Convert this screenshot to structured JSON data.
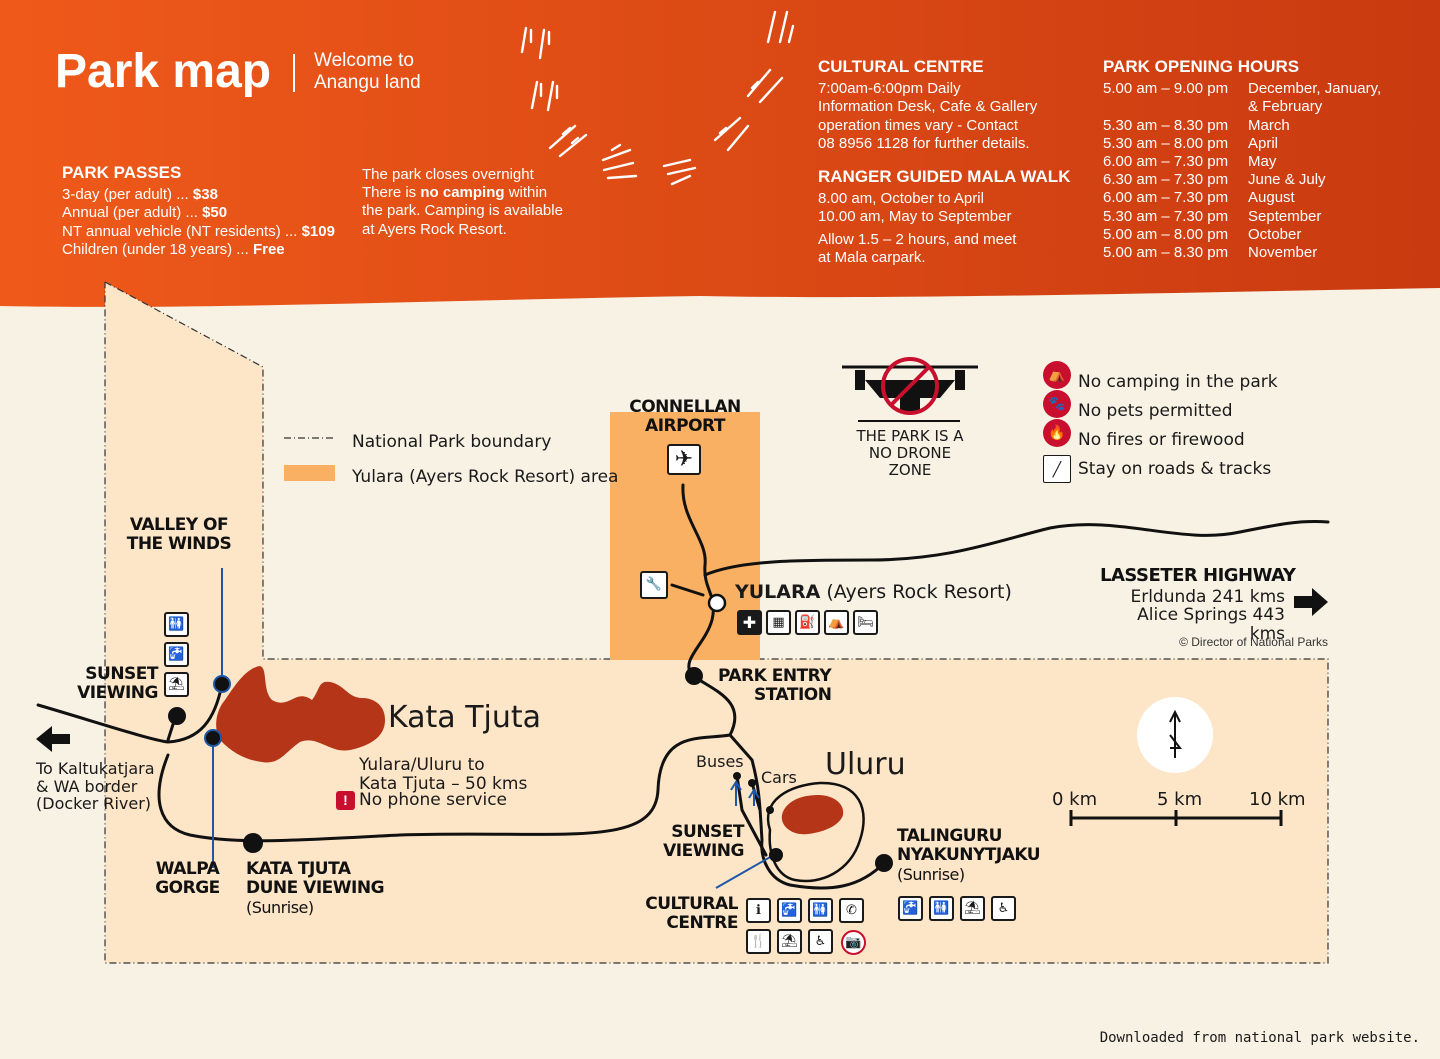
{
  "header": {
    "title": "Park map",
    "subtitle_line1": "Welcome to",
    "subtitle_line2": "Anangu land"
  },
  "park_passes": {
    "heading": "PARK PASSES",
    "items": [
      {
        "label": "3-day (per adult) ...",
        "price": "$38"
      },
      {
        "label": "Annual (per adult) ...",
        "price": "$50"
      },
      {
        "label": "NT annual vehicle (NT residents) ...",
        "price": "$109"
      },
      {
        "label": "Children (under 18 years) ...",
        "price": "Free"
      }
    ]
  },
  "overnight": {
    "line1": "The park closes overnight",
    "line2_pre": "There is ",
    "line2_bold": "no camping",
    "line2_post": " within",
    "line3": "the park. Camping is available",
    "line4": "at Ayers Rock Resort."
  },
  "cultural_centre": {
    "heading": "CULTURAL CENTRE",
    "lines": [
      "7:00am-6:00pm Daily",
      "Information Desk, Cafe & Gallery",
      "operation times vary - Contact",
      "08 8956 1128 for further details."
    ]
  },
  "mala_walk": {
    "heading": "RANGER GUIDED MALA WALK",
    "lines": [
      "8.00 am, October to April",
      "10.00 am, May to September"
    ],
    "note_lines": [
      "Allow 1.5 – 2 hours, and meet",
      "at Mala carpark."
    ]
  },
  "opening_hours": {
    "heading": "PARK OPENING HOURS",
    "rows": [
      {
        "time": "5.00 am – 9.00 pm",
        "months": "December, January,"
      },
      {
        "time": "",
        "months": " & February"
      },
      {
        "time": "5.30 am – 8.30 pm",
        "months": "March"
      },
      {
        "time": "5.30 am – 8.00 pm",
        "months": "April"
      },
      {
        "time": "6.00 am – 7.30 pm",
        "months": "May"
      },
      {
        "time": "6.30 am – 7.30 pm",
        "months": "June & July"
      },
      {
        "time": "6.00 am – 7.30 pm",
        "months": "August"
      },
      {
        "time": "5.30 am – 7.30 pm",
        "months": "September"
      },
      {
        "time": "5.00 am – 8.00 pm",
        "months": "October"
      },
      {
        "time": "5.00 am – 8.30 pm",
        "months": "November"
      }
    ]
  },
  "legend": {
    "boundary": "National Park boundary",
    "yulara_area": "Yulara (Ayers Rock Resort) area"
  },
  "drone": {
    "line1": "THE PARK IS A",
    "line2": "NO DRONE",
    "line3": "ZONE"
  },
  "rules": [
    {
      "icon": "no-camping-icon",
      "text": "No camping in the park"
    },
    {
      "icon": "no-pets-icon",
      "text": "No pets permitted"
    },
    {
      "icon": "no-fires-icon",
      "text": "No fires or firewood"
    },
    {
      "icon": "stay-on-roads-icon",
      "text": "Stay on roads & tracks"
    }
  ],
  "places": {
    "airport_l1": "CONNELLAN",
    "airport_l2": "AIRPORT",
    "yulara_bold": "YULARA",
    "yulara_rest": " (Ayers Rock Resort)",
    "highway": "LASSETER HIGHWAY",
    "erldunda": "Erldunda 241 kms",
    "alice": "Alice Springs 443 kms",
    "copyright": "© Director of National Parks",
    "entry_l1": "PARK ENTRY",
    "entry_l2": "STATION",
    "valley_l1": "VALLEY OF",
    "valley_l2": "THE WINDS",
    "sunset_l1": "SUNSET",
    "sunset_l2": "VIEWING",
    "kata_tjuta": "Kata Tjuta",
    "kt_dist_l1": "Yulara/Uluru to",
    "kt_dist_l2": "Kata Tjuta – 50 kms",
    "no_phone": "No phone service",
    "west_l1": "To Kaltukatjara",
    "west_l2": "& WA border",
    "west_l3": "(Docker River)",
    "walpa_l1": "WALPA",
    "walpa_l2": "GORGE",
    "dune_l1": "KATA TJUTA",
    "dune_l2": "DUNE VIEWING",
    "dune_l3": "(Sunrise)",
    "uluru": "Uluru",
    "buses": "Buses",
    "cars": "Cars",
    "u_sunset_l1": "SUNSET",
    "u_sunset_l2": "VIEWING",
    "cc_l1": "CULTURAL",
    "cc_l2": "CENTRE",
    "tal_l1": "TALINGURU",
    "tal_l2": "NYAKUNYTJAKU",
    "tal_l3": "(Sunrise)"
  },
  "scale": {
    "s0": "0 km",
    "s5": "5 km",
    "s10": "10 km"
  },
  "footer": "Downloaded from national park website.",
  "colors": {
    "header_orange": "#e8521a",
    "header_dark": "#c93a10",
    "park_area": "#fde5c8",
    "yulara": "#f9b062",
    "rock": "#b43518",
    "background": "#f8f2e4"
  }
}
